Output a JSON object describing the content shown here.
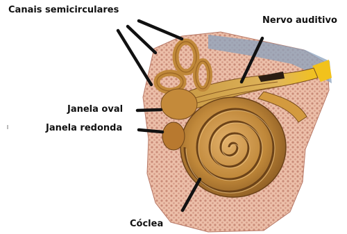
{
  "labels": {
    "canais": "Canais semicirculares",
    "nervo": "Nervo auditivo",
    "janela_oval": "Janela oval",
    "janela_redonda": "Janela redonda",
    "coclea": "Cóclea"
  },
  "colors": {
    "bone": "#e9b7a2",
    "bone_texture": "#c98b78",
    "cochlea": "#c0883a",
    "cochlea_dark": "#7a4d1c",
    "nerve": "#d9a94f",
    "nerve_tip": "#f2c21c",
    "pointer": "#111111"
  }
}
